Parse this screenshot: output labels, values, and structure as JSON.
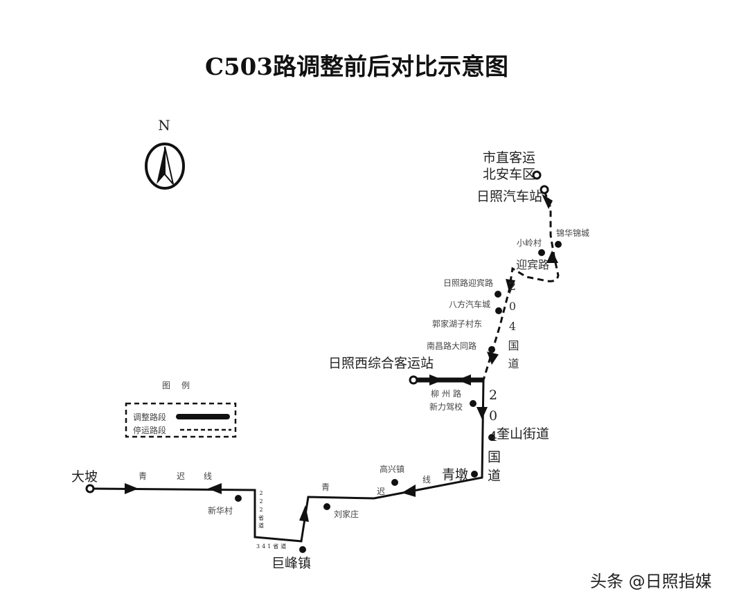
{
  "title": "C503路调整前后对比示意图",
  "compass": {
    "label": "N",
    "icon": "north-arrow-icon"
  },
  "legend": {
    "title_chars": [
      "图",
      "例"
    ],
    "adjusted": "调整路段",
    "suspended": "停运路段"
  },
  "stations": {
    "depot_line1": "市直客运",
    "depot_line2": "北安车区",
    "rizhao_bus_station": "日照汽车站",
    "jinhua": "锦华锦城",
    "xiaoling": "小岭村",
    "yingbin": "迎宾路",
    "rizhao_yingbin": "日照路迎宾路",
    "bafang": "八方汽车城",
    "guojia": "郭家湖子村东",
    "nanchang": "南昌路大同路",
    "west_station": "日照西综合客运站",
    "liuzhou": "柳州路",
    "xinli": "新力驾校",
    "kuishan": "奎山街道",
    "qingdun": "青墩",
    "gaoxing": "高兴镇",
    "liujiazhuang": "刘家庄",
    "jufeng": "巨峰镇",
    "xinhua": "新华村",
    "dapo": "大坡"
  },
  "roads": {
    "g204": "204国道",
    "qingchi": [
      "青",
      "迟",
      "线"
    ],
    "s222": "222省道",
    "s341": "341省道"
  },
  "watermark": "头条 @日照指媒"
}
